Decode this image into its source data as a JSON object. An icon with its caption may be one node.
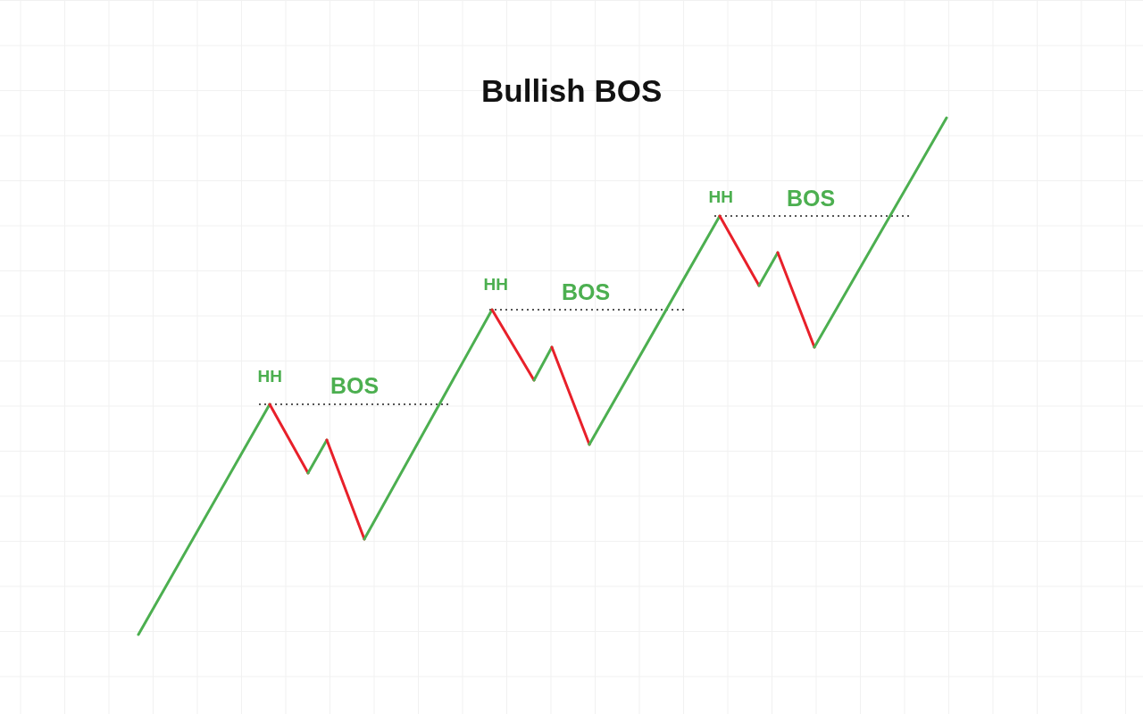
{
  "diagram": {
    "title": "Bullish BOS",
    "labels": [
      "HH",
      "BOS",
      "HH",
      "BOS",
      "HH",
      "BOS"
    ]
  }
}
